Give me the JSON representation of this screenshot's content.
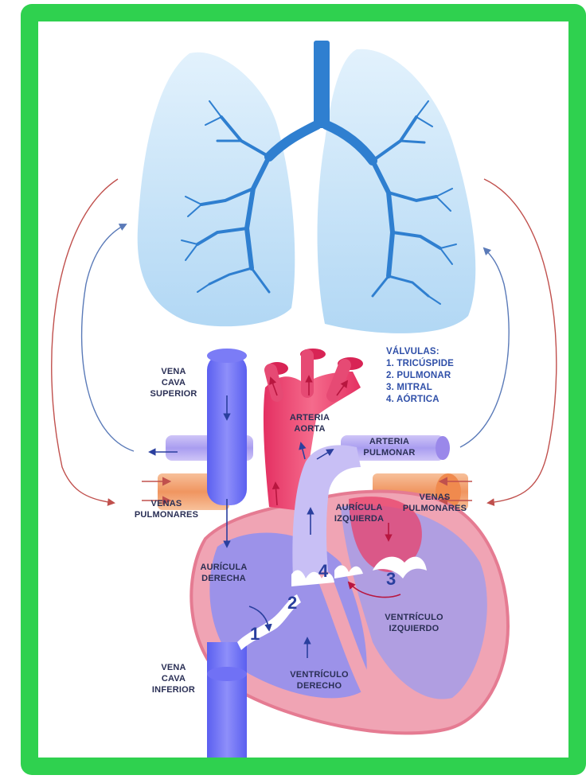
{
  "labels": {
    "vena_cava_superior": [
      "VENA",
      "CAVA",
      "SUPERIOR"
    ],
    "venas_pulmonares_left": [
      "VENAS",
      "PULMONARES"
    ],
    "venas_pulmonares_right": [
      "VENAS",
      "PULMONARES"
    ],
    "arteria_aorta": [
      "ARTERIA",
      "AORTA"
    ],
    "arteria_pulmonar": [
      "ARTERIA",
      "PULMONAR"
    ],
    "auricula_derecha": [
      "AURÍCULA",
      "DERECHA"
    ],
    "auricula_izquierda": [
      "AURÍCULA",
      "IZQUIERDA"
    ],
    "ventriculo_izquierdo": [
      "VENTRÍCULO",
      "IZQUIERDO"
    ],
    "ventriculo_derecho": [
      "VENTRÍCULO",
      "DERECHO"
    ],
    "vena_cava_inferior": [
      "VENA",
      "CAVA",
      "INFERIOR"
    ]
  },
  "valves": {
    "title": "VÁLVULAS:",
    "items": [
      "1. TRICÚSPIDE",
      "2. PULMONAR",
      "3. MITRAL",
      "4. AÓRTICA"
    ]
  },
  "valve_numbers": [
    "1",
    "2",
    "3",
    "4"
  ],
  "colors": {
    "frame": "#2fd14f",
    "lung": "#b9dcf5",
    "bronchi": "#2f7fd0",
    "deoxygenated": "#6f6ff0",
    "oxygenated": "#e8406a",
    "pulmonary_veins": "#f2a070",
    "circulation_arrow_red": "#c0504d",
    "circulation_arrow_blue": "#5a7ab8"
  }
}
